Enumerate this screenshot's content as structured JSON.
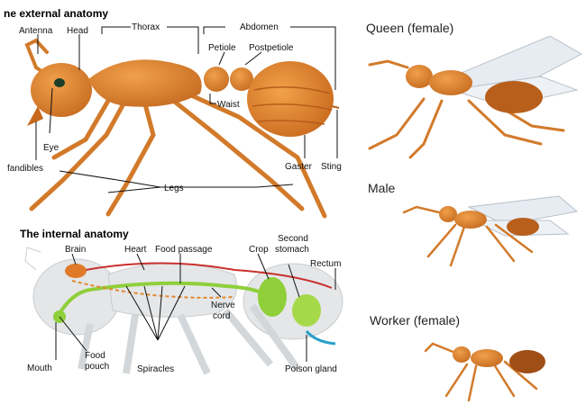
{
  "external": {
    "title": "ne external anatomy",
    "labels": {
      "antenna": "Antenna",
      "head": "Head",
      "thorax": "Thorax",
      "abdomen": "Abdomen",
      "petiole": "Petiole",
      "postpetiole": "Postpetiole",
      "waist": "Waist",
      "eye": "Eye",
      "mandibles": "fandibles",
      "legs": "Legs",
      "gaster": "Gaster",
      "sting": "Sting"
    }
  },
  "internal": {
    "title": "The internal anatomy",
    "labels": {
      "brain": "Brain",
      "heart": "Heart",
      "food_passage": "Food passage",
      "crop": "Crop",
      "second_stomach_1": "Second",
      "second_stomach_2": "stomach",
      "rectum": "Rectum",
      "nerve_cord_1": "Nerve",
      "nerve_cord_2": "cord",
      "mouth": "Mouth",
      "food_pouch_1": "Food",
      "food_pouch_2": "pouch",
      "spiracles": "Spiracles",
      "poison_gland": "Poison gland"
    }
  },
  "castes": {
    "queen": "Queen (female)",
    "male": "Male",
    "worker": "Worker (female)"
  },
  "colors": {
    "ant_body": "#d9822b",
    "ant_shadow": "#b8611a",
    "gaster": "#e08a2e",
    "wing": "#e6ecf2",
    "gut_green": "#8fcf3a",
    "heart_red": "#c9302c",
    "brain": "#e07a2a",
    "silhouette": "#e4e6e8",
    "poison_blue": "#2aa0c8"
  }
}
